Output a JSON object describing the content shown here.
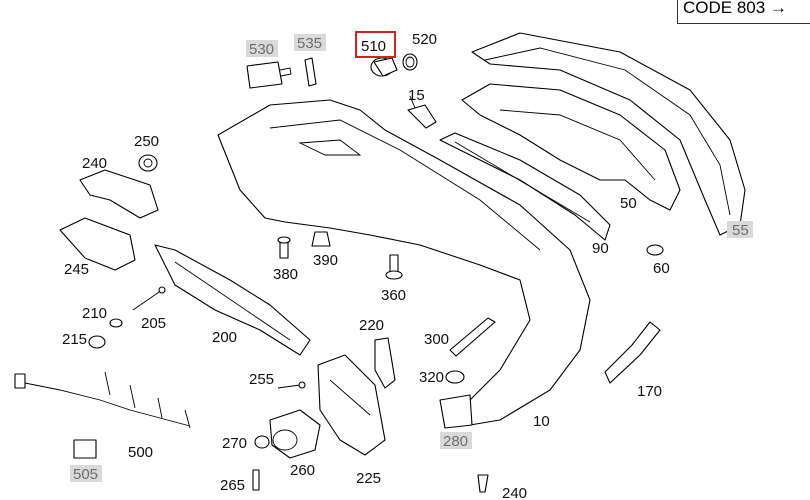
{
  "header": {
    "code_label": "CODE 803"
  },
  "highlight": {
    "part": "510",
    "color": "#d42020"
  },
  "callouts": {
    "c530": "530",
    "c535": "535",
    "c510": "510",
    "c520": "520",
    "c15": "15",
    "c250": "250",
    "c240": "240",
    "c245": "245",
    "c380": "380",
    "c390": "390",
    "c360": "360",
    "c210": "210",
    "c215": "215",
    "c205": "205",
    "c200": "200",
    "c220": "220",
    "c300": "300",
    "c320": "320",
    "c255": "255",
    "c270": "270",
    "c265": "265",
    "c260": "260",
    "c225": "225",
    "c280": "280",
    "c10": "10",
    "c500": "500",
    "c505": "505",
    "c240b": "240",
    "c90": "90",
    "c50": "50",
    "c55": "55",
    "c60": "60",
    "c170": "170"
  },
  "icons": {
    "arrow": "arrow-right-icon"
  }
}
